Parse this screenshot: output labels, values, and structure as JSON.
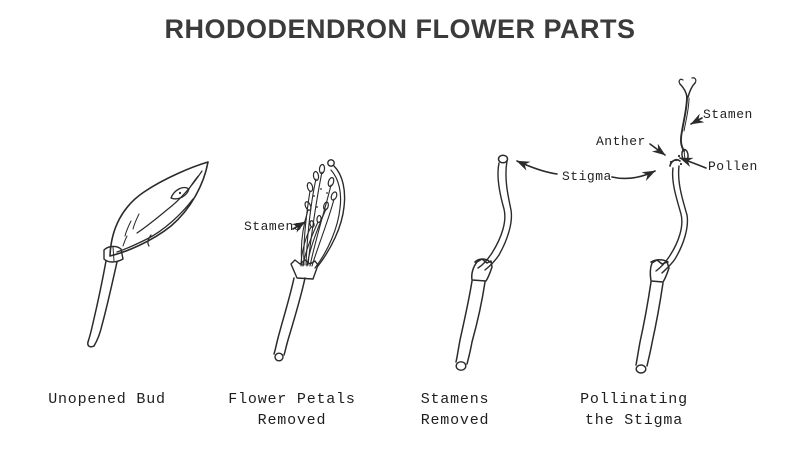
{
  "title": "RHODODENDRON FLOWER PARTS",
  "part_labels": {
    "stamens": "Stamens",
    "stigma": "Stigma",
    "anther": "Anther",
    "stamen": "Stamen",
    "pollen": "Pollen"
  },
  "figures": [
    {
      "name": "unopened-bud",
      "caption": [
        "Unopened Bud",
        ""
      ]
    },
    {
      "name": "flower-petals-removed",
      "caption": [
        "Flower Petals",
        "Removed"
      ]
    },
    {
      "name": "stamens-removed",
      "caption": [
        "Stamens",
        "Removed"
      ]
    },
    {
      "name": "pollinating-the-stigma",
      "caption": [
        "Pollinating",
        "the Stigma"
      ]
    }
  ],
  "colors": {
    "ink": "#2b2b2b",
    "title_text": "#3b3b3b",
    "background": "#ffffff"
  }
}
